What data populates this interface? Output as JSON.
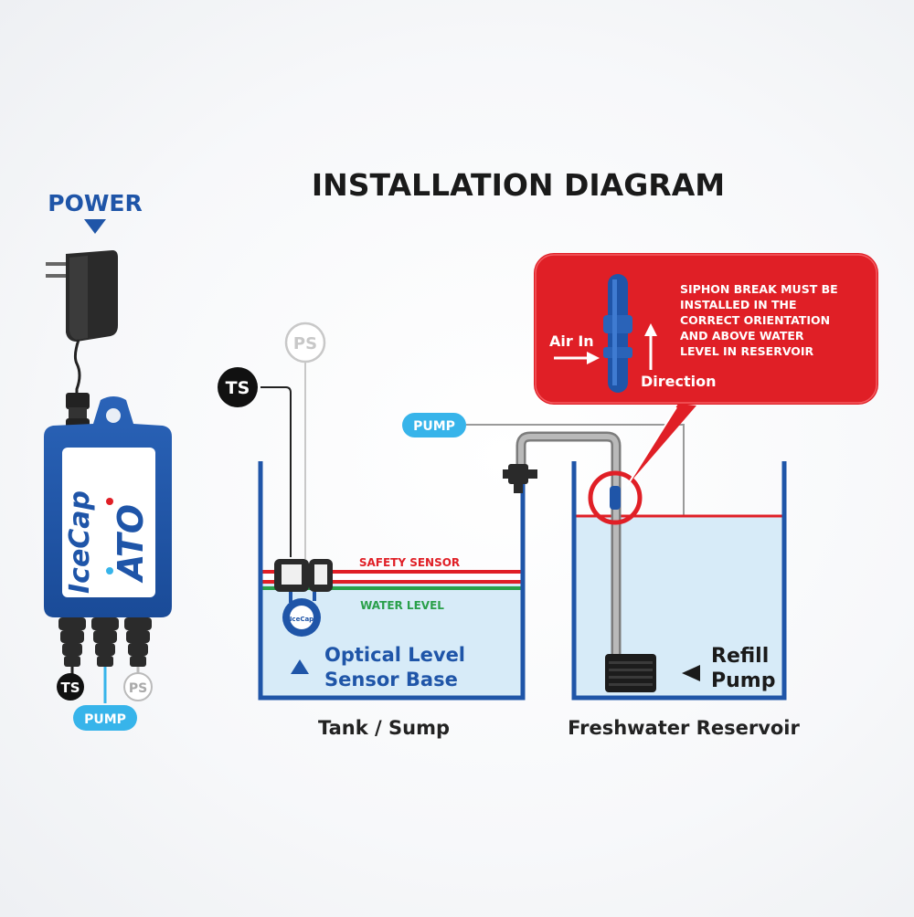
{
  "title": "INSTALLATION DIAGRAM",
  "power": {
    "label": "POWER"
  },
  "controller": {
    "brand": "IceCap",
    "model": "ATO",
    "ports": {
      "ts": "TS",
      "ps": "PS",
      "pump": "PUMP"
    }
  },
  "tank": {
    "caption": "Tank / Sump",
    "safety_sensor": "SAFETY SENSOR",
    "water_level": "WATER LEVEL",
    "sensor_base_line1": "Optical Level",
    "sensor_base_line2": "Sensor Base",
    "sensor_logo": "IceCap",
    "ts": "TS",
    "ps": "PS",
    "pump": "PUMP"
  },
  "reservoir": {
    "caption": "Freshwater Reservoir",
    "refill_line1": "Refill",
    "refill_line2": "Pump"
  },
  "callout": {
    "air_in": "Air In",
    "direction": "Direction",
    "text_lines": [
      "SIPHON BREAK MUST BE",
      "INSTALLED IN THE",
      "CORRECT ORIENTATION",
      "AND ABOVE WATER",
      "LEVEL IN RESERVOIR"
    ]
  },
  "colors": {
    "title": "#1a1a1a",
    "brand_blue": "#1f55a8",
    "light_blue": "#37b4ea",
    "red": "#e01f26",
    "green": "#2aa04a",
    "water": "#d7ebf8",
    "grey_line": "#9a9a9a"
  },
  "icons": [
    "power-adapter-icon",
    "siphon-break-icon",
    "refill-pump-icon",
    "check-valve-icon",
    "triangle-pointer-icon"
  ]
}
